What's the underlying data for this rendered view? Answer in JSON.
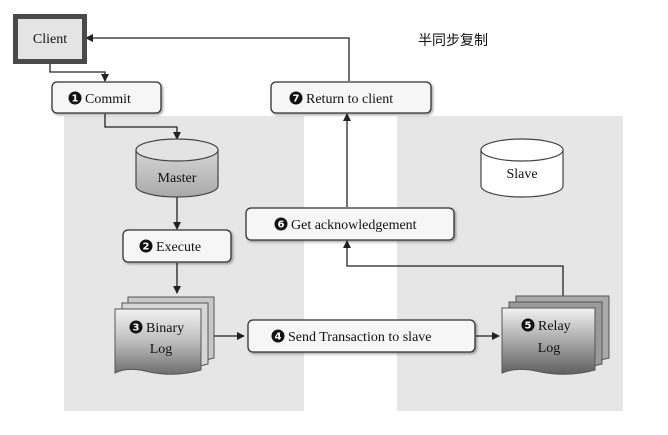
{
  "title": "半同步复制",
  "nodes": {
    "client": "Client",
    "master": "Master",
    "slave": "Slave",
    "binary_log_line1": "Binary",
    "binary_log_line2": "Log",
    "relay_log_line1": "Relay",
    "relay_log_line2": "Log"
  },
  "steps": [
    {
      "num": "1",
      "label": "Commit"
    },
    {
      "num": "2",
      "label": "Execute"
    },
    {
      "num": "3",
      "label": "Binary Log"
    },
    {
      "num": "4",
      "label": "Send Transaction to slave"
    },
    {
      "num": "5",
      "label": "Relay Log"
    },
    {
      "num": "6",
      "label": "Get acknowledgement"
    },
    {
      "num": "7",
      "label": "Return to client"
    }
  ],
  "colors": {
    "panel": "#e6e6e6",
    "box_fill": "#f6f6f6",
    "stroke": "#333333",
    "cylinder_top": "#e0e0e0",
    "doc_dark": "#8a8a8a"
  }
}
